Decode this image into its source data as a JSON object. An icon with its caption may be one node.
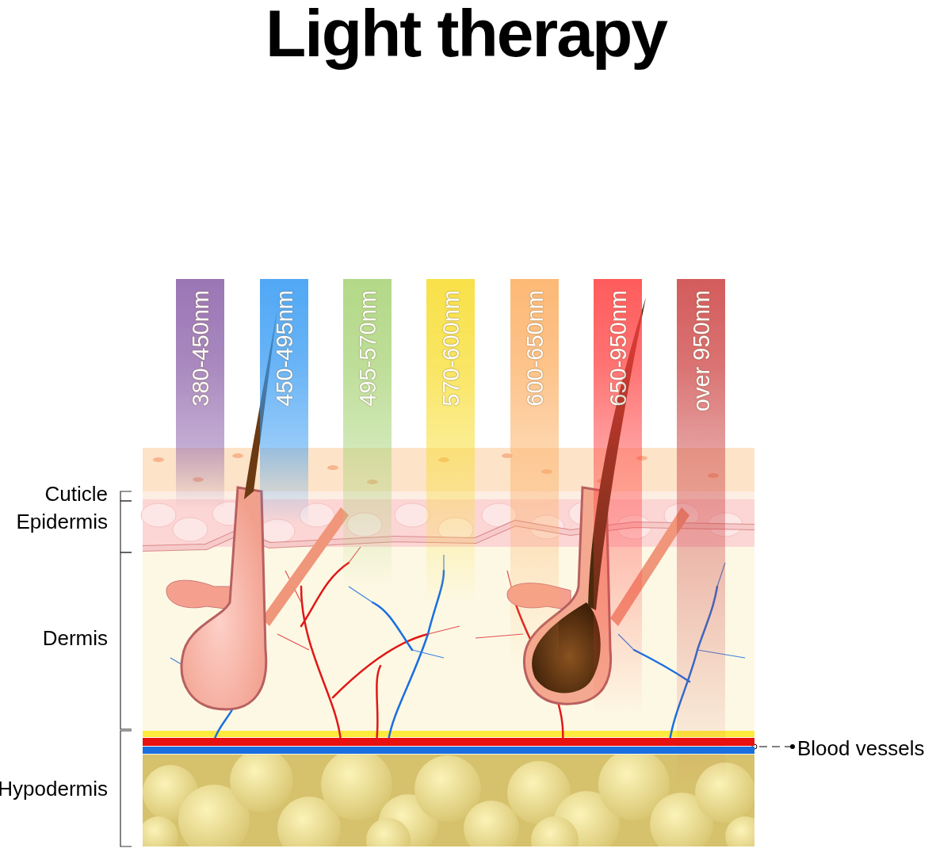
{
  "diagram": {
    "title": "Light therapy",
    "nodes": [
      {
        "text": [
          "380-450nm"
        ]
      },
      {
        "text": [
          "450-495nm"
        ]
      },
      {
        "text": [
          "495-570nm"
        ]
      },
      {
        "text": [
          "570-600nm"
        ]
      },
      {
        "text": [
          "600-650nm"
        ]
      },
      {
        "text": [
          "650-950nm"
        ]
      },
      {
        "text": [
          "over 950nm"
        ]
      },
      {
        "text": [
          "Blood vessels"
        ]
      },
      {
        "text": [],
        "shape": "bar"
      }
    ],
    "edges": [
      {
        "from": 7,
        "to": 8,
        "arrow": "other",
        "style": "dashed"
      }
    ],
    "labels": [
      "Cuticle",
      "Epidermis",
      "Dermis",
      "Hypodermis"
    ]
  }
}
